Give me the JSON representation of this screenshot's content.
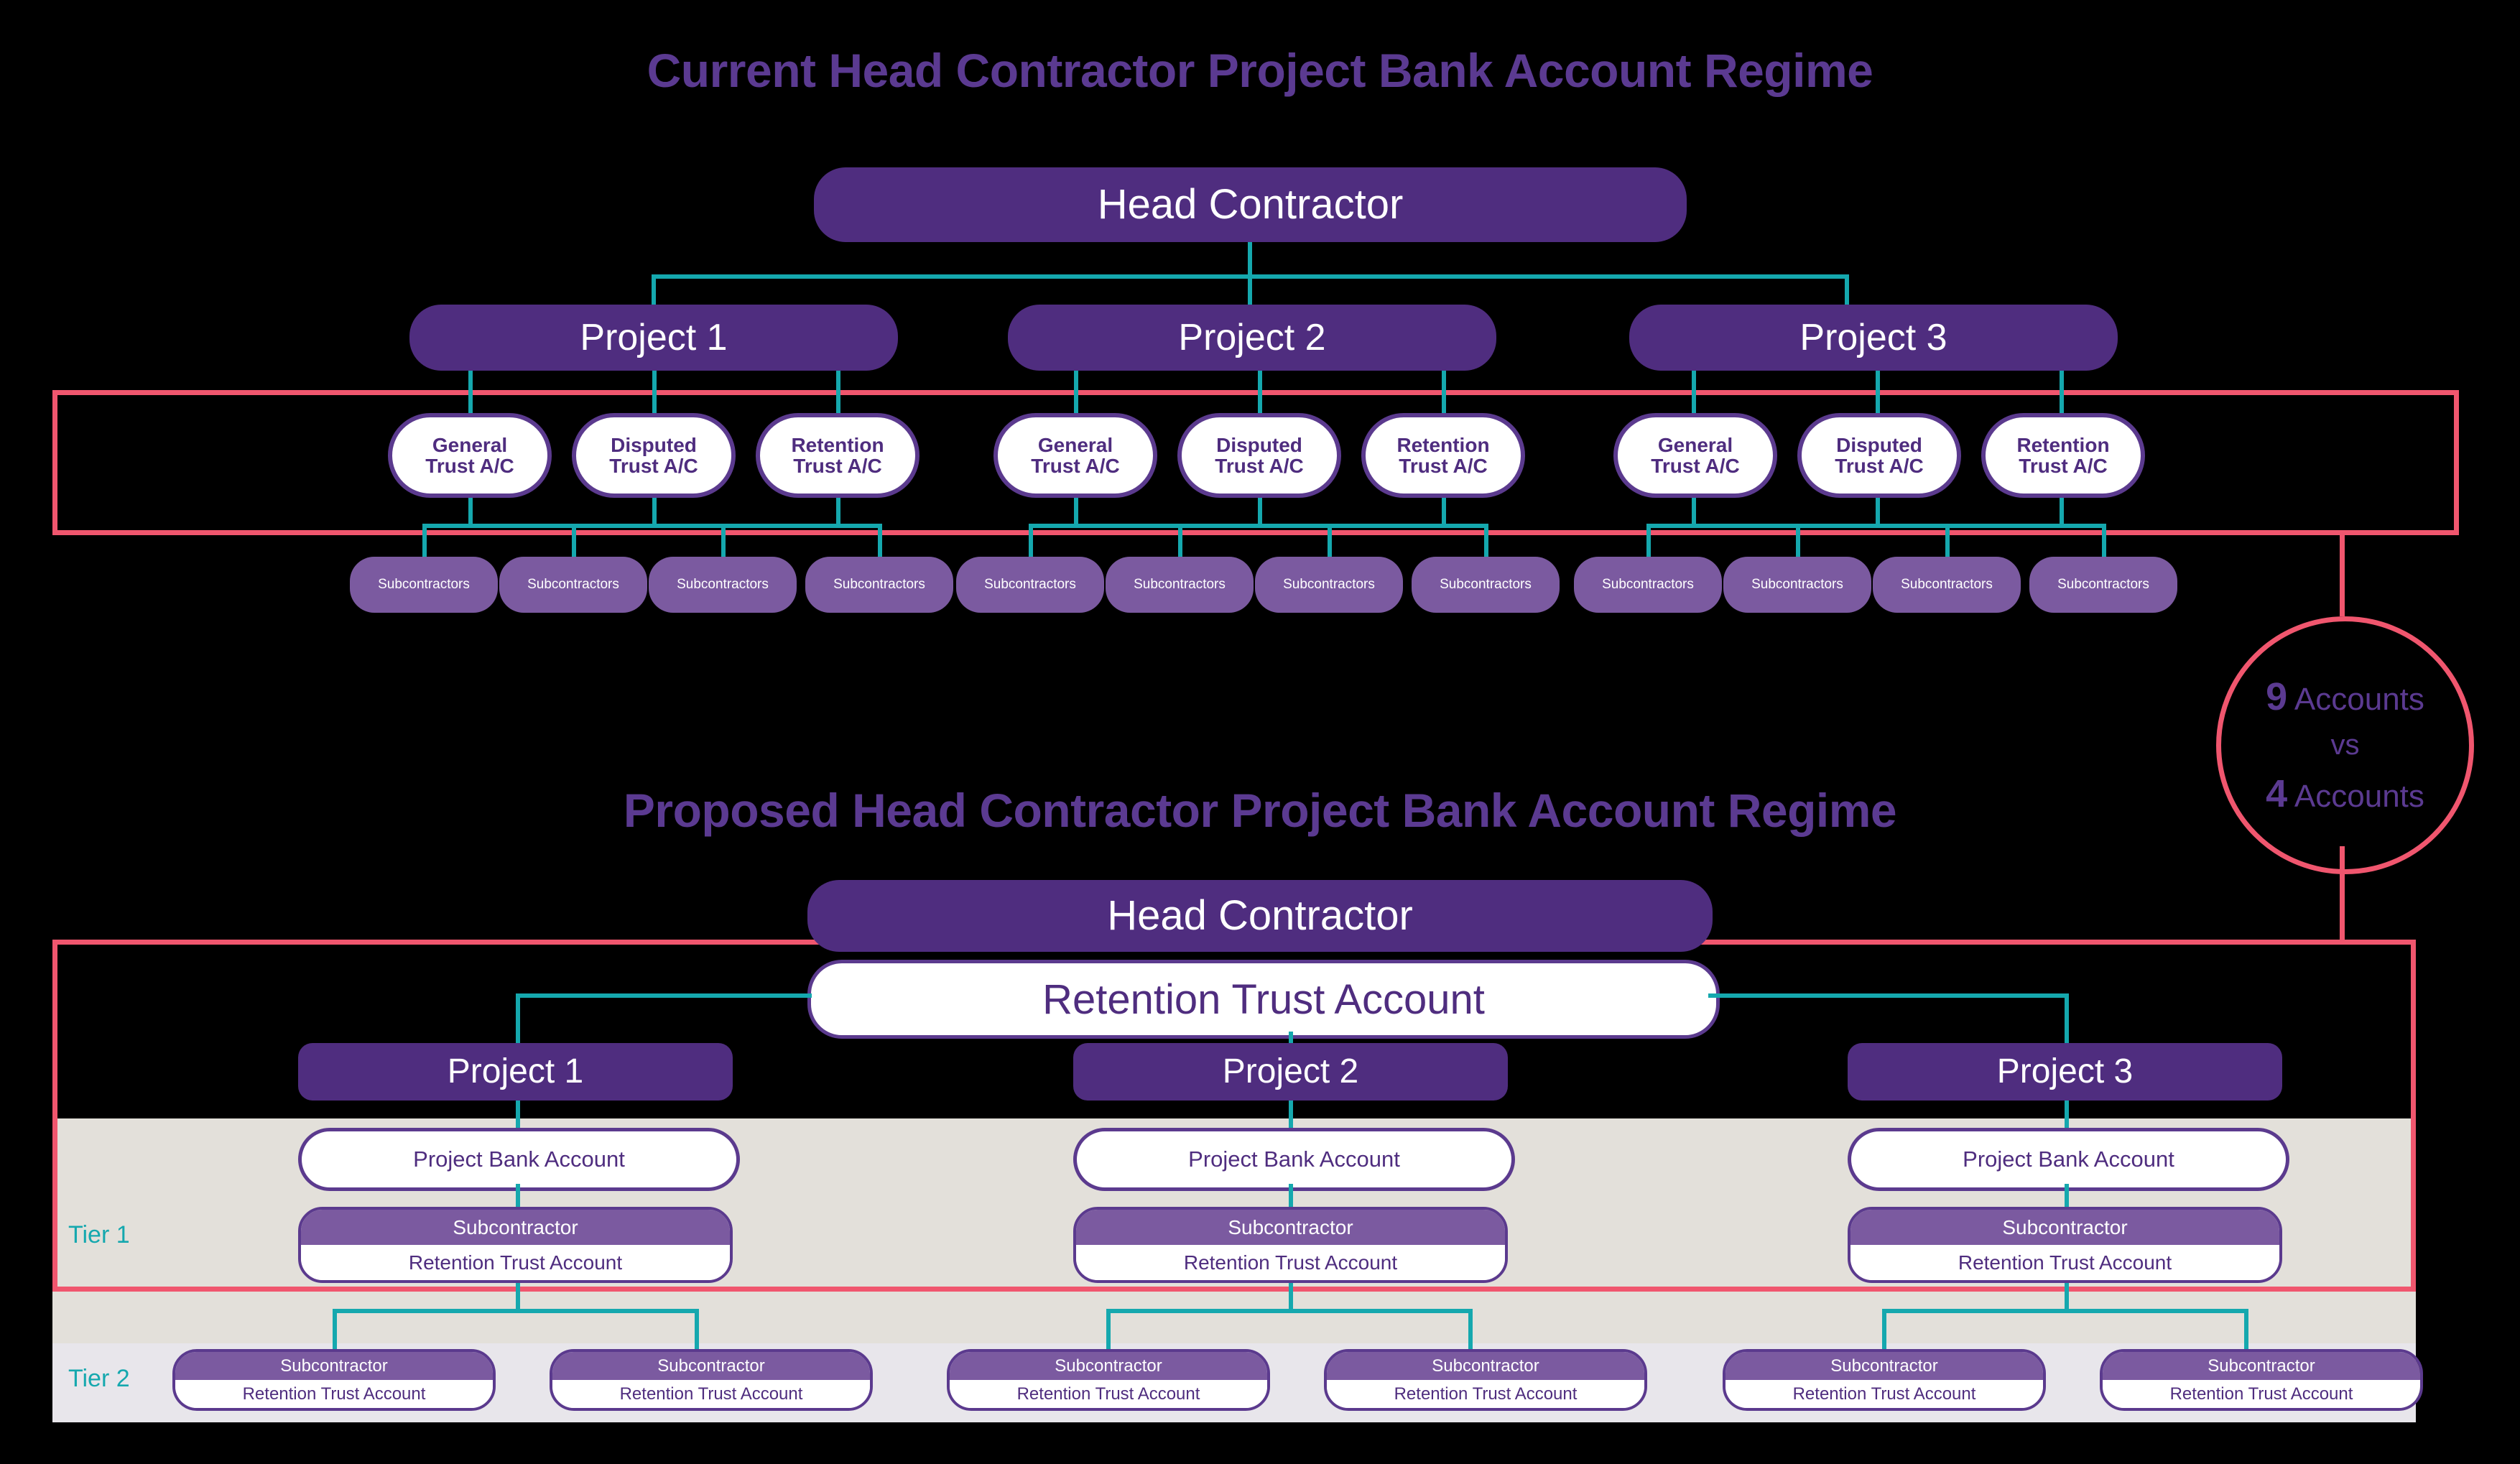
{
  "sections": {
    "current": {
      "heading": "Current Head Contractor Project Bank Account Regime",
      "head_contractor": "Head Contractor",
      "projects": [
        "Project 1",
        "Project 2",
        "Project 3"
      ],
      "trust_accounts": [
        {
          "line1": "General",
          "line2": "Trust A/C"
        },
        {
          "line1": "Disputed",
          "line2": "Trust A/C"
        },
        {
          "line1": "Retention",
          "line2": "Trust A/C"
        }
      ],
      "subcontractor_label": "Subcontractors",
      "subcontractors_per_project": 4
    },
    "proposed": {
      "heading": "Proposed Head Contractor Project Bank Account Regime",
      "head_contractor": "Head Contractor",
      "retention_trust_account": "Retention Trust Account",
      "projects": [
        "Project 1",
        "Project 2",
        "Project 3"
      ],
      "project_bank_account": "Project Bank Account",
      "card_top": "Subcontractor",
      "card_bottom": "Retention Trust Account",
      "tier1_label": "Tier 1",
      "tier2_label": "Tier 2",
      "tier2_per_project": 2
    }
  },
  "comparison": {
    "top_number": "9",
    "top_unit": "Accounts",
    "vs": "vs",
    "bottom_number": "4",
    "bottom_unit": "Accounts"
  },
  "colors": {
    "purple_dark": "#4F2D7F",
    "purple_mid": "#7B5AA0",
    "purple_text": "#5B3A91",
    "teal": "#15A8AE",
    "red": "#F0566E",
    "band_dark": "#E3E0DA",
    "band_light": "#E8E6EB",
    "background": "#000000"
  }
}
